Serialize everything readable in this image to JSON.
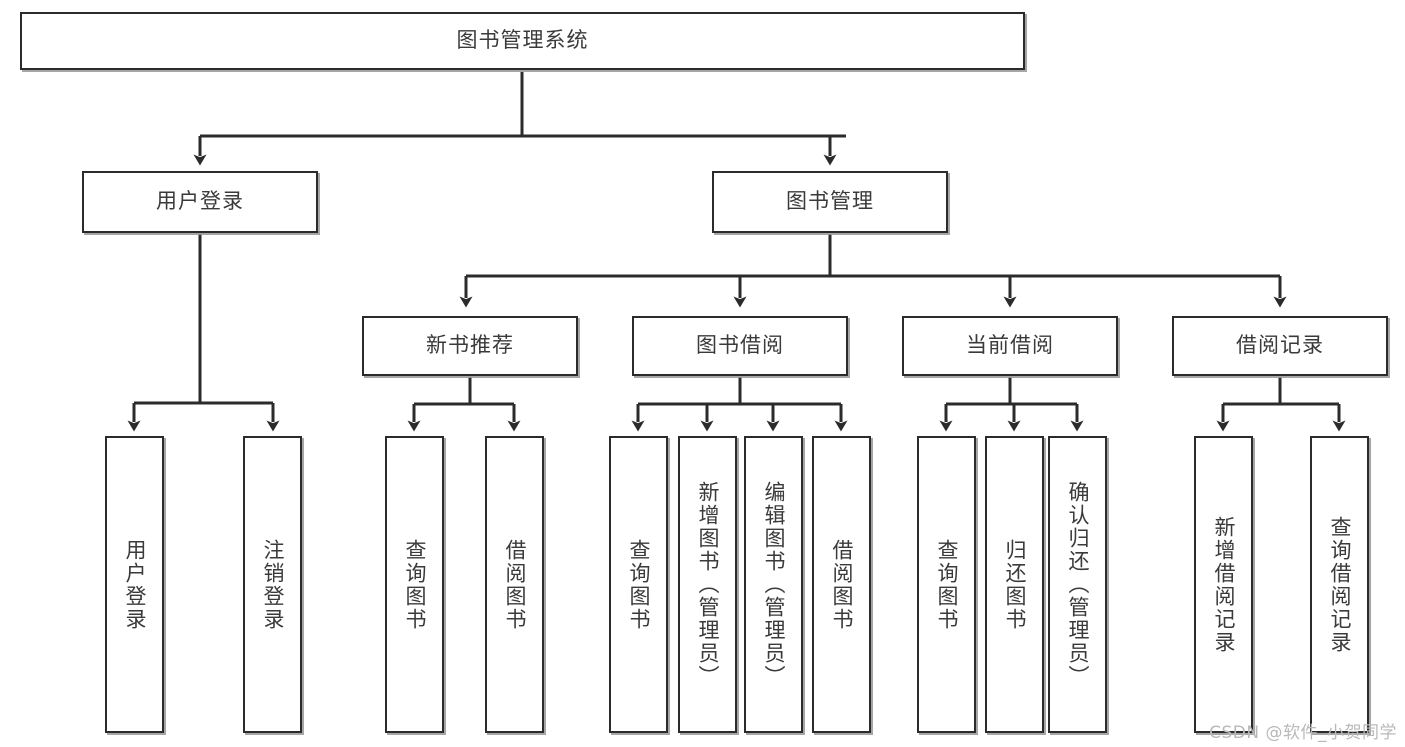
{
  "diagram": {
    "title": "图书管理系统",
    "type": "tree-hierarchy-diagram",
    "colors": {
      "box_border": "#2b2b2b",
      "box_fill": "#ffffff",
      "text": "#3a3a3a",
      "connector": "#2b2b2b",
      "watermark": "#b9b9b9",
      "background": "#ffffff"
    },
    "root": {
      "label": "图书管理系统"
    },
    "level2": [
      {
        "label": "用户登录"
      },
      {
        "label": "图书管理"
      }
    ],
    "level3": [
      {
        "label": "新书推荐"
      },
      {
        "label": "图书借阅"
      },
      {
        "label": "当前借阅"
      },
      {
        "label": "借阅记录"
      }
    ],
    "leaves": {
      "user_login": [
        {
          "label": "用户登录"
        },
        {
          "label": "注销登录"
        }
      ],
      "new_book_recommend": [
        {
          "label": "查询图书"
        },
        {
          "label": "借阅图书"
        }
      ],
      "book_borrow": [
        {
          "label": "查询图书"
        },
        {
          "label": "新增图书（管理员）"
        },
        {
          "label": "编辑图书（管理员）"
        },
        {
          "label": "借阅图书"
        }
      ],
      "current_borrow": [
        {
          "label": "查询图书"
        },
        {
          "label": "归还图书"
        },
        {
          "label": "确认归还（管理员）"
        }
      ],
      "borrow_record": [
        {
          "label": "新增借阅记录"
        },
        {
          "label": "查询借阅记录"
        }
      ]
    },
    "watermark": "CSDN @软件_小贺同学"
  }
}
